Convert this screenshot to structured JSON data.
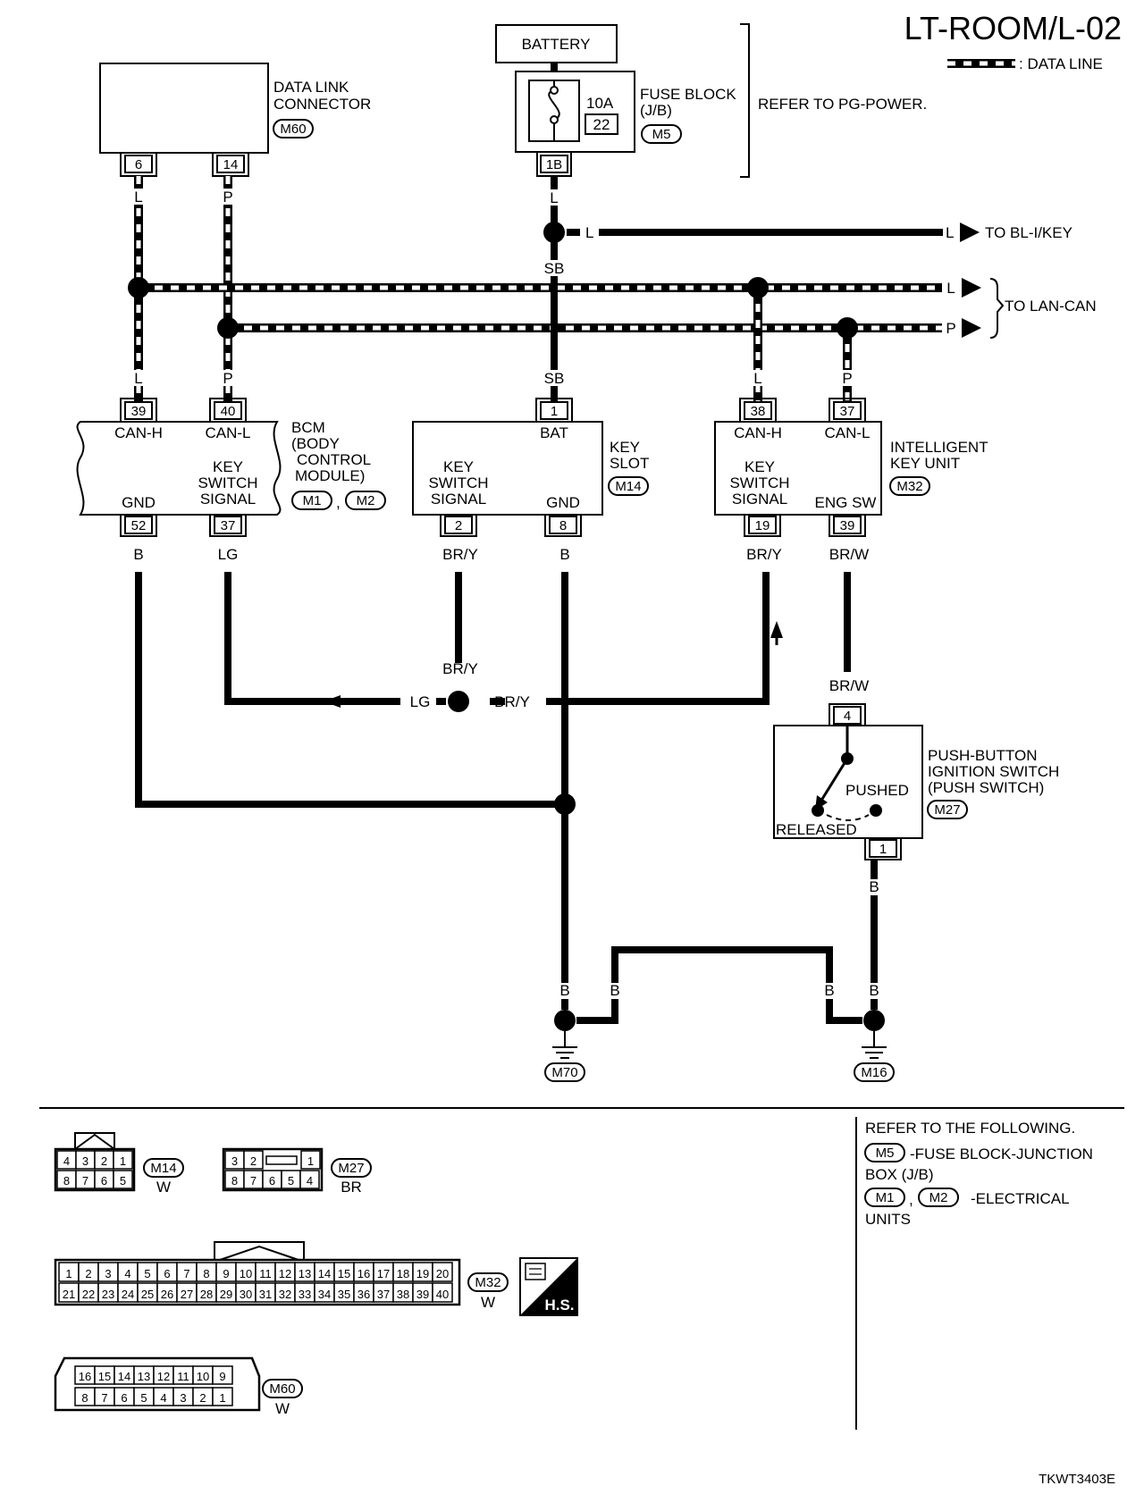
{
  "page": {
    "title": "LT-ROOM/L-02",
    "data_line_legend": ": DATA LINE",
    "footer_code": "TKWT3403E"
  },
  "components": {
    "battery": "BATTERY",
    "dlc": {
      "l1": "DATA LINK",
      "l2": "CONNECTOR",
      "conn": "M60",
      "pin6": "6",
      "pin14": "14"
    },
    "fuse_block": {
      "l1": "FUSE BLOCK",
      "l2": "(J/B)",
      "conn": "M5",
      "amps": "10A",
      "fuse_no": "22",
      "pin": "1B"
    },
    "refer_pg": "REFER TO PG-POWER.",
    "to_bl": "TO BL-I/KEY",
    "to_lan": "TO LAN-CAN",
    "bcm": {
      "l1": "BCM",
      "l2": "(BODY",
      "l3": "CONTROL",
      "l4": "MODULE)",
      "conn1": "M1",
      "conn2": "M2",
      "comma": ",",
      "pin39": "39",
      "pin40": "40",
      "pin52": "52",
      "pin37": "37",
      "canh": "CAN-H",
      "canl": "CAN-L",
      "gnd": "GND",
      "ks1": "KEY",
      "ks2": "SWITCH",
      "ks3": "SIGNAL"
    },
    "key_slot": {
      "l1": "KEY",
      "l2": "SLOT",
      "conn": "M14",
      "pin1": "1",
      "pin2": "2",
      "pin8": "8",
      "bat": "BAT",
      "gnd": "GND",
      "ks1": "KEY",
      "ks2": "SWITCH",
      "ks3": "SIGNAL"
    },
    "iku": {
      "l1": "INTELLIGENT",
      "l2": "KEY UNIT",
      "conn": "M32",
      "pin38": "38",
      "pin37": "37",
      "pin19": "19",
      "pin39": "39",
      "canh": "CAN-H",
      "canl": "CAN-L",
      "engsw": "ENG SW",
      "ks1": "KEY",
      "ks2": "SWITCH",
      "ks3": "SIGNAL"
    },
    "push_switch": {
      "l1": "PUSH-BUTTON",
      "l2": "IGNITION SWITCH",
      "l3": "(PUSH SWITCH)",
      "conn": "M27",
      "pin4": "4",
      "pin1": "1",
      "pushed": "PUSHED",
      "released": "RELEASED"
    },
    "grounds": {
      "g1": "M70",
      "g2": "M16"
    }
  },
  "wire_colors": {
    "L": "L",
    "P": "P",
    "SB": "SB",
    "B": "B",
    "LG": "LG",
    "BRY": "BR/Y",
    "BRW": "BR/W"
  },
  "refer_box": {
    "heading": "REFER TO THE FOLLOWING.",
    "m5": "M5",
    "m5_text1": "-FUSE BLOCK-JUNCTION",
    "m5_text2": "BOX (J/B)",
    "m1": "M1",
    "m2": "M2",
    "comma": ",",
    "eu_text1": "-ELECTRICAL",
    "eu_text2": "UNITS"
  },
  "connectors": {
    "m14": {
      "id": "M14",
      "color": "W",
      "top": [
        "4",
        "3",
        "2",
        "1"
      ],
      "bottom": [
        "8",
        "7",
        "6",
        "5"
      ]
    },
    "m27": {
      "id": "M27",
      "color": "BR",
      "top_left": [
        "3",
        "2"
      ],
      "top_right": [
        "1"
      ],
      "bottom": [
        "8",
        "7",
        "6",
        "5",
        "4"
      ]
    },
    "m32": {
      "id": "M32",
      "color": "W",
      "top": [
        "1",
        "2",
        "3",
        "4",
        "5",
        "6",
        "7",
        "8",
        "9",
        "10",
        "11",
        "12",
        "13",
        "14",
        "15",
        "16",
        "17",
        "18",
        "19",
        "20"
      ],
      "bottom": [
        "21",
        "22",
        "23",
        "24",
        "25",
        "26",
        "27",
        "28",
        "29",
        "30",
        "31",
        "32",
        "33",
        "34",
        "35",
        "36",
        "37",
        "38",
        "39",
        "40"
      ]
    },
    "m60": {
      "id": "M60",
      "color": "W",
      "top": [
        "16",
        "15",
        "14",
        "13",
        "12",
        "11",
        "10",
        "9"
      ],
      "bottom": [
        "8",
        "7",
        "6",
        "5",
        "4",
        "3",
        "2",
        "1"
      ]
    },
    "hs_label": "H.S."
  }
}
